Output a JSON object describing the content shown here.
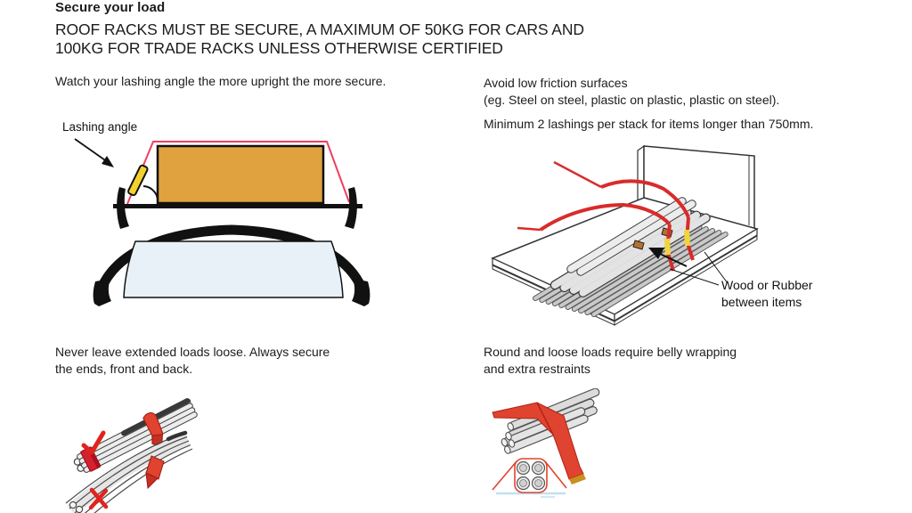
{
  "header": {
    "title": "Secure your load",
    "subtitle_lines": [
      "ROOF RACKS MUST BE SECURE, A MAXIMUM OF 50KG FOR CARS AND",
      "100KG FOR TRADE RACKS UNLESS OTHERWISE CERTIFIED"
    ]
  },
  "sections": {
    "lashing": {
      "text": "Watch your lashing angle the more upright the more secure.",
      "callout": "Lashing angle"
    },
    "friction": {
      "line1": "Avoid low friction surfaces",
      "line2": "(eg. Steel on steel, plastic on plastic, plastic on steel).",
      "minimum": "Minimum 2 lashings per stack for items longer than 750mm.",
      "callout_line1": "Wood or Rubber",
      "callout_line2": "between items"
    },
    "extended": {
      "line1": "Never leave extended loads loose. Always secure",
      "line2": "the ends, front and back."
    },
    "round": {
      "line1": "Round and loose loads require belly wrapping",
      "line2": "and extra restraints"
    }
  },
  "colors": {
    "strap_red": "#d92b2b",
    "lashing_pink": "#ef3f63",
    "load_orange": "#dfa23e",
    "marker_yellow": "#f2d12f",
    "wood_brown": "#b5722f",
    "glass_blue": "#e8f1f7",
    "text": "#1c1c1c"
  }
}
